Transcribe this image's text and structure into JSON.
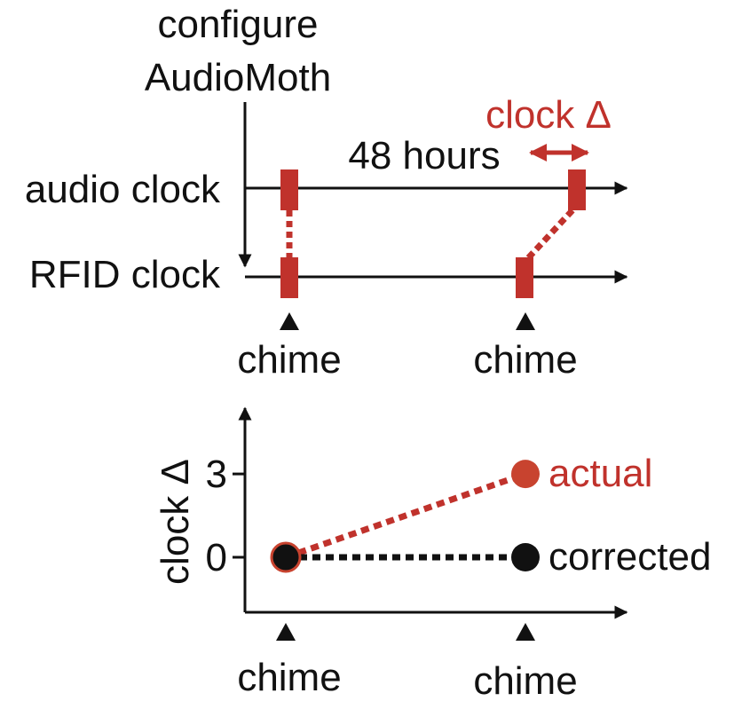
{
  "colors": {
    "accent": "#c0322c",
    "ink": "#111111",
    "actual_dot": "#c8432f"
  },
  "timeline": {
    "configure_line1": "configure",
    "configure_line2": "AudioMoth",
    "duration_label": "48 hours",
    "clock_delta_label": "clock Δ",
    "audio_clock_label": "audio clock",
    "rfid_clock_label": "RFID clock",
    "chime_labels": [
      "chime",
      "chime"
    ]
  },
  "chart_data": {
    "type": "line",
    "x": [
      "chime",
      "chime"
    ],
    "ylabel": "clock Δ",
    "y_ticks": [
      0,
      3
    ],
    "series": [
      {
        "name": "actual",
        "values": [
          0,
          3
        ]
      },
      {
        "name": "corrected",
        "values": [
          0,
          0
        ]
      }
    ]
  }
}
